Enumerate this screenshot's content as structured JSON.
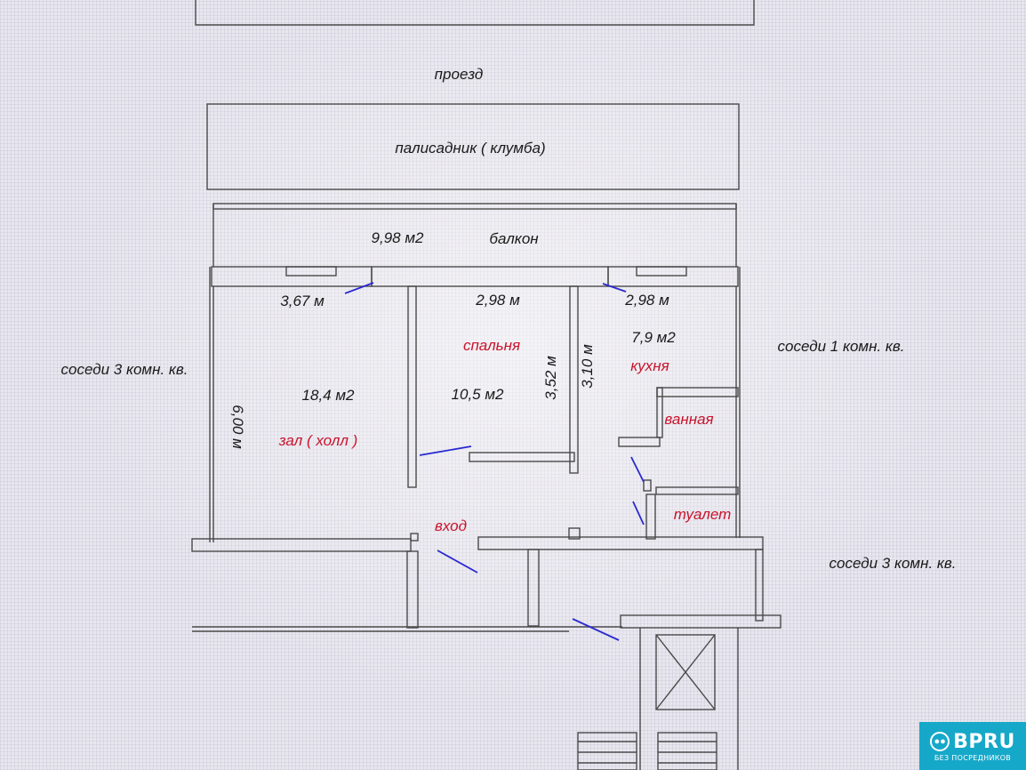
{
  "outside": {
    "road": "проезд",
    "front_garden": "палисадник ( клумба)"
  },
  "neighbors": {
    "left": "соседи 3 комн. кв.",
    "right": "соседи 1 комн. кв.",
    "bottom_right": "соседи 3 комн. кв."
  },
  "balcony": {
    "area": "9,98 м2",
    "label": "балкон"
  },
  "dimensions": {
    "hall_width": "3,67 м",
    "bedroom_width": "2,98 м",
    "kitchen_width": "2,98 м",
    "hall_depth": "6,00 м",
    "bedroom_depth": "3,52 м",
    "kitchen_depth": "3,10 м"
  },
  "rooms": {
    "hall_area": "18,4 м2",
    "hall_label": "зал ( холл )",
    "bedroom_area": "10,5 м2",
    "bedroom_label": "спальня",
    "kitchen_area": "7,9 м2",
    "kitchen_label": "кухня",
    "bathroom_label": "ванная",
    "toilet_label": "туалет",
    "entrance_label": "вход"
  },
  "watermark": {
    "brand": "BPRU",
    "tagline": "БЕЗ ПОСРЕДНИКОВ"
  },
  "colors": {
    "room_label": "#c8142c",
    "door_swing": "#2a2ad0",
    "wall": "#4a4a4a",
    "badge": "#15a8c9"
  }
}
